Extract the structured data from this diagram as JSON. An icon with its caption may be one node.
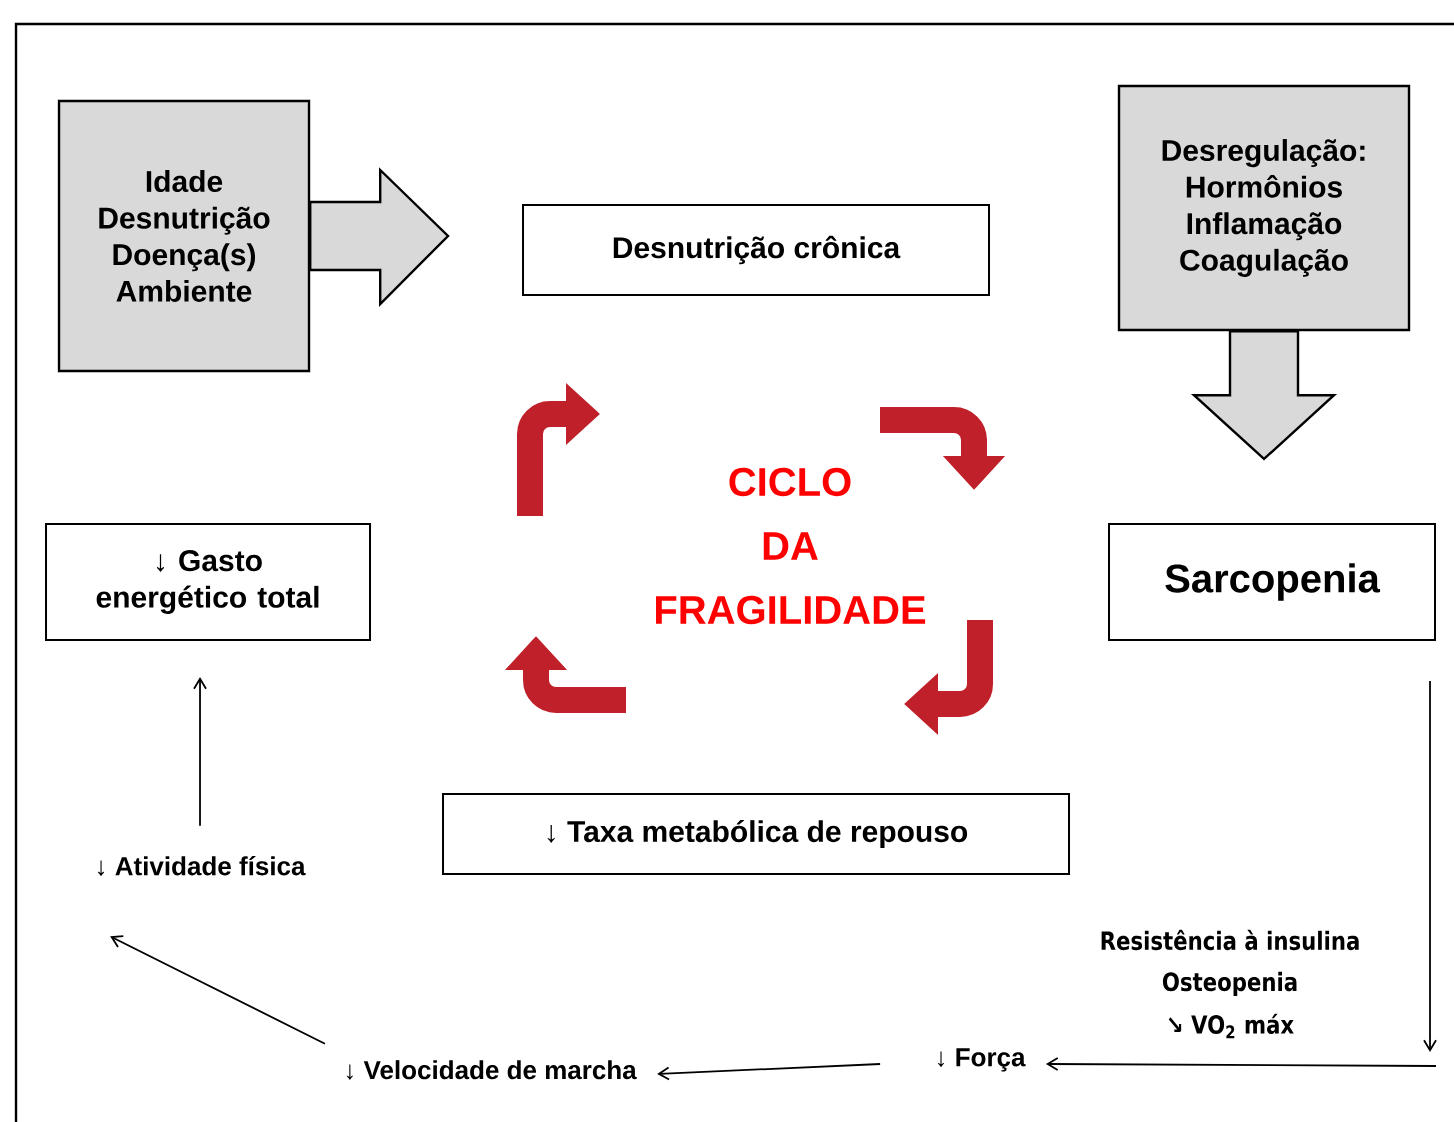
{
  "diagram": {
    "nodes": [
      {
        "text": [
          "Idade",
          "Desnutrição",
          "Doença(s)",
          "Ambiente"
        ]
      },
      {
        "text": [
          "Desnutrição crônica"
        ]
      },
      {
        "text": [
          "Desregulação:",
          "Hormônios",
          "Inflamação",
          "Coagulação"
        ]
      },
      {
        "text": [
          "↓ Gasto energético total"
        ]
      },
      {
        "text": [
          "Sarcopenia"
        ]
      },
      {
        "text": [
          "↓ Taxa metabólica de repouso"
        ]
      },
      {
        "text": [
          "↓ Atividade física"
        ]
      },
      {
        "text": [
          "↓ Velocidade de marcha"
        ]
      },
      {
        "text": [
          "↓ Força"
        ]
      }
    ],
    "edges": [
      {
        "from": 0,
        "to": 1,
        "arrow": "to"
      },
      {
        "from": 2,
        "to": 4,
        "arrow": "to"
      },
      {
        "from": 4,
        "to": null,
        "arrow": "to"
      },
      {
        "from": null,
        "to": 8,
        "arrow": "to"
      },
      {
        "from": 8,
        "to": 7,
        "arrow": "to"
      },
      {
        "from": 7,
        "to": 6,
        "arrow": "to"
      },
      {
        "from": 6,
        "to": 3,
        "arrow": "to"
      }
    ],
    "labels": [
      "CICLO",
      "DA",
      "FRAGILIDADE",
      "Resistência à insulina",
      "Osteopenia",
      "↘ VO$_{2}$ máx"
    ]
  }
}
